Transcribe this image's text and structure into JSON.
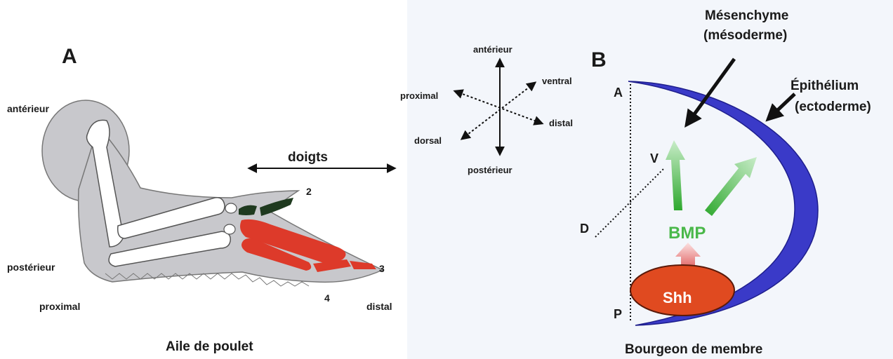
{
  "panel_a": {
    "letter": "A",
    "caption": "Aile de poulet",
    "label_anterior": "antérieur",
    "label_posterior": "postérieur",
    "label_proximal": "proximal",
    "label_distal": "distal",
    "digits_label": "doigts",
    "digit_2": "2",
    "digit_3": "3",
    "digit_4": "4"
  },
  "axes": {
    "anterior": "antérieur",
    "posterior": "postérieur",
    "proximal": "proximal",
    "distal": "distal",
    "dorsal": "dorsal",
    "ventral": "ventral"
  },
  "panel_b": {
    "letter": "B",
    "caption": "Bourgeon de membre",
    "mesenchyme_line1": "Mésenchyme",
    "mesenchyme_line2": "(mésoderme)",
    "epithelium_line1": "Épithélium",
    "epithelium_line2": "(ectoderme)",
    "label_A": "A",
    "label_P": "P",
    "label_V": "V",
    "label_D": "D",
    "bmp": "BMP",
    "shh": "Shh"
  },
  "colors": {
    "wing_fill": "#c8c8cc",
    "bone_green": "#1f3a1f",
    "bone_red": "#dd3a2a",
    "epithelium_blue": "#3a3ac8",
    "shh_red": "#e04a20",
    "bmp_green": "#4ab84a",
    "panel_b_bg": "#f3f6fb"
  }
}
